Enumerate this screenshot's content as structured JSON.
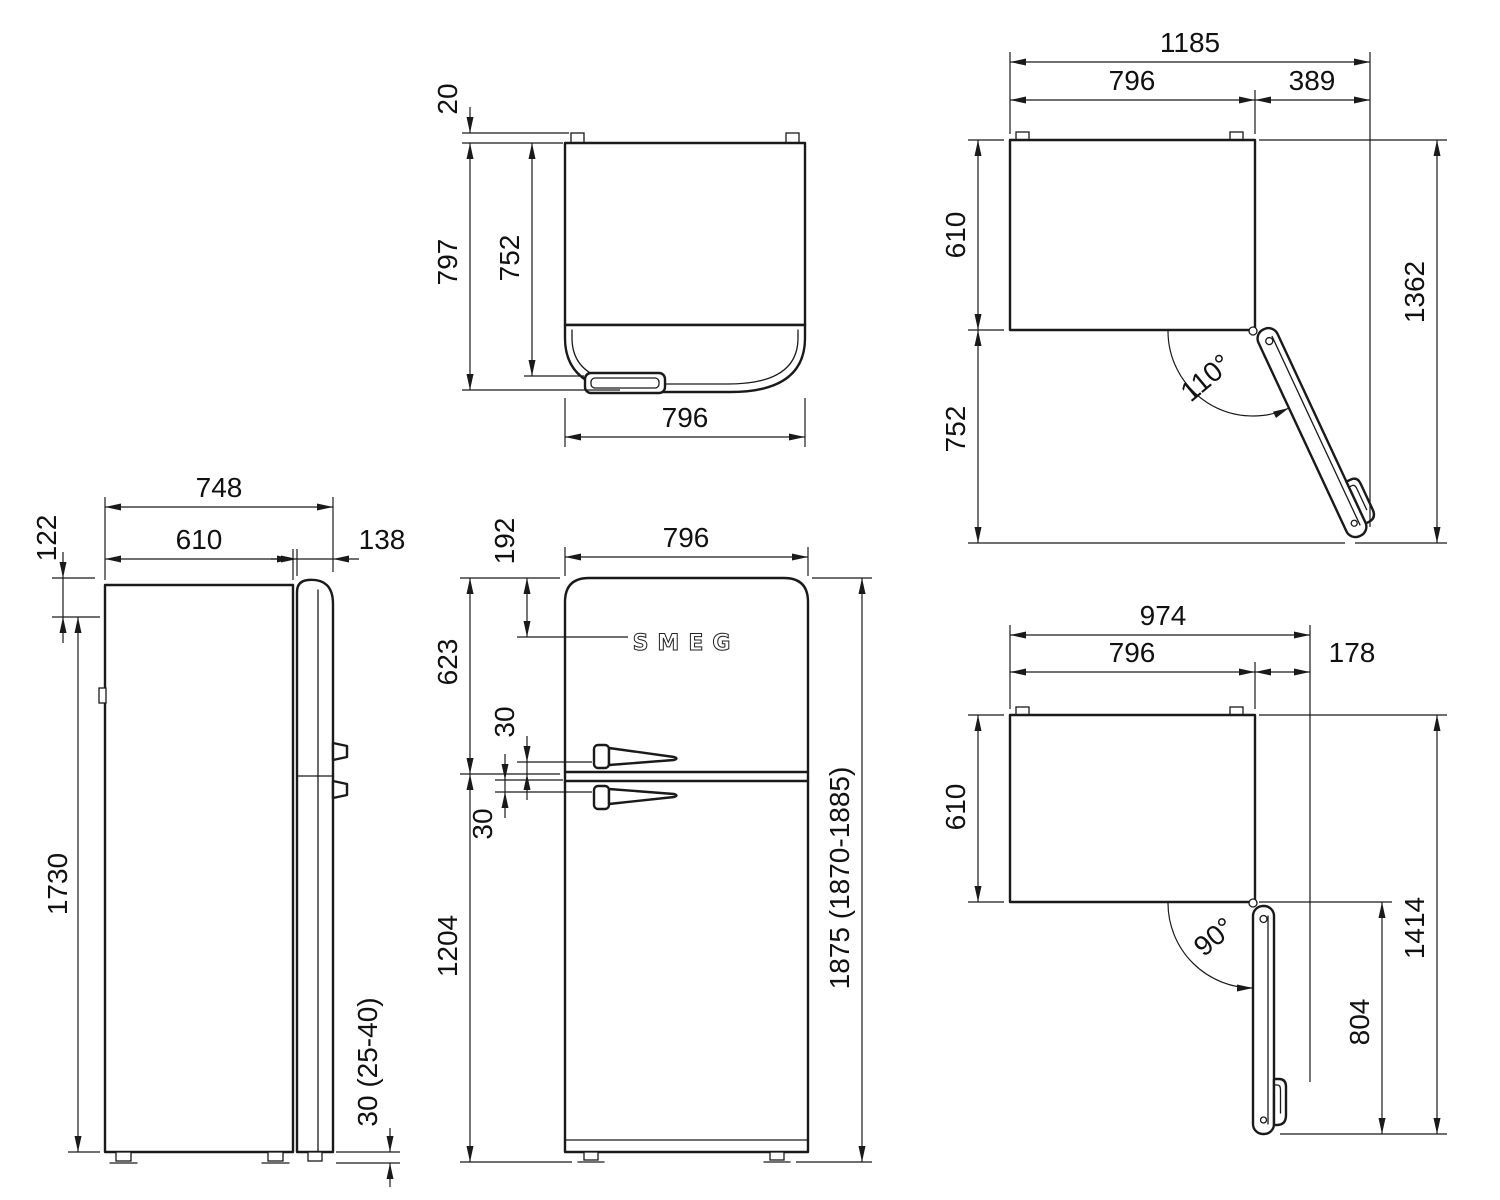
{
  "page": {
    "background": "#ffffff",
    "line_color": "#1a1a1a",
    "text_color": "#111111"
  },
  "views": {
    "side": {
      "dims": {
        "total_depth": "748",
        "body_depth": "610",
        "door_depth": "138",
        "top_edge": "122",
        "body_height": "1730",
        "feet_height": "30 (25-40)"
      }
    },
    "top": {
      "dims": {
        "hinge_offset": "20",
        "total_depth": "797",
        "body_depth": "752",
        "width": "796"
      }
    },
    "front": {
      "logo": "SMEG",
      "dims": {
        "logo_offset": "192",
        "width": "796",
        "upper_door_height": "623",
        "upper_handle_offset": "30",
        "lower_handle_offset": "30",
        "lower_door_height": "1204",
        "total_height": "1875 (1870-1885)"
      }
    },
    "plan110": {
      "dims": {
        "total_width": "1185",
        "body_width": "796",
        "door_extension": "389",
        "body_depth": "610",
        "door_swing": "752",
        "total_depth": "1362",
        "door_angle": "110°"
      }
    },
    "plan90": {
      "dims": {
        "total_width": "974",
        "body_width": "796",
        "door_extension": "178",
        "body_depth": "610",
        "total_depth": "1414",
        "door_length": "804",
        "door_angle": "90°"
      }
    }
  }
}
